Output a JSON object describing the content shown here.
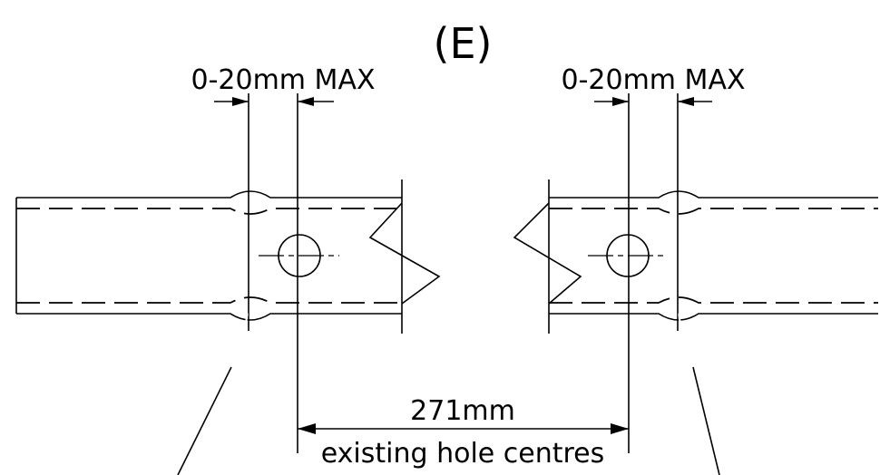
{
  "title": "(E)",
  "left_tolerance": "0-20mm MAX",
  "right_tolerance": "0-20mm MAX",
  "spacing": "271mm",
  "spacing_note": "existing hole centres"
}
